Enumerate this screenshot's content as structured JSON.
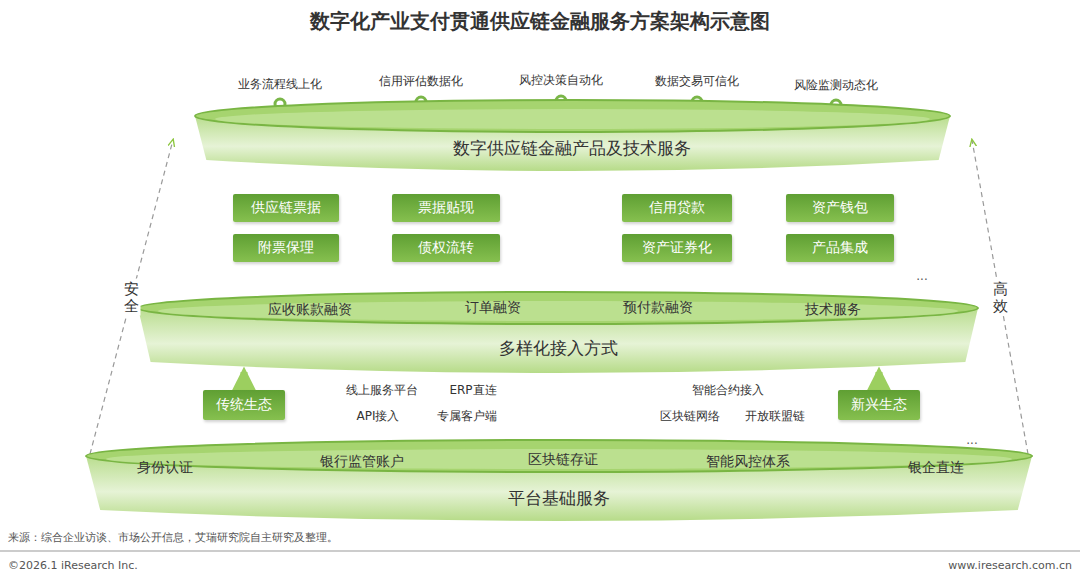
{
  "diagram": {
    "title": "数字化产业支付贯通供应链金融服务方案架构示意图",
    "nodes": [
      {
        "text": [
          "数字供应链金融产品及技术服务"
        ]
      },
      {
        "text": [
          "供应链票据"
        ]
      },
      {
        "text": [
          "票据贴现"
        ]
      },
      {
        "text": [
          "信用贷款"
        ]
      },
      {
        "text": [
          "资产钱包"
        ]
      },
      {
        "text": [
          "附票保理"
        ]
      },
      {
        "text": [
          "债权流转"
        ]
      },
      {
        "text": [
          "资产证券化"
        ]
      },
      {
        "text": [
          "产品集成"
        ]
      },
      {
        "text": [
          "应收账款融资",
          "订单融资",
          "预付款融资",
          "技术服务",
          "多样化接入方式"
        ]
      },
      {
        "text": [
          "传统生态"
        ]
      },
      {
        "text": [
          "新兴生态"
        ]
      },
      {
        "text": [
          "身份认证",
          "银行监管账户",
          "区块链存证",
          "智能风控体系",
          "银企直连",
          "平台基础服务"
        ]
      }
    ],
    "edges": [
      {
        "from": 10,
        "to": 9,
        "arrow": "to"
      },
      {
        "from": 11,
        "to": 9,
        "arrow": "to"
      },
      {
        "from": 12,
        "to": 0,
        "arrow": "to",
        "label": "安全"
      },
      {
        "from": 12,
        "to": 0,
        "arrow": "to",
        "label": "高效"
      }
    ],
    "labels": [
      "业务流程线上化",
      "信用评估数据化",
      "风控决策自动化",
      "数据交易可信化",
      "风险监测动态化",
      "...",
      "线上服务平台",
      "ERP直连",
      "API接入",
      "专属客户端",
      "智能合约接入",
      "区块链网络",
      "开放联盟链",
      "...",
      "来源：综合企业访谈、市场公开信息，艾瑞研究院自主研究及整理。",
      "©2026.1 iResearch Inc.",
      "www.iresearch.com.cn"
    ]
  }
}
